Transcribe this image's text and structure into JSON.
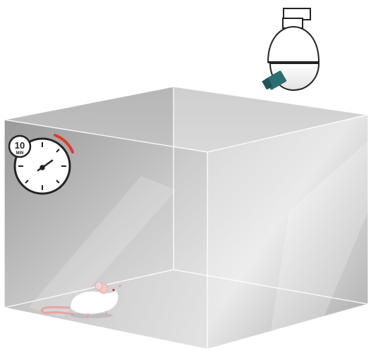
{
  "timer": {
    "minutes_value": "10",
    "minutes_unit": "MIN",
    "icon": "stopwatch-icon"
  },
  "camera": {
    "icon": "dome-camera-icon",
    "lens_color": "#2b6f73"
  },
  "arena": {
    "icon": "open-field-box",
    "wall_color": "#b8b8b8"
  },
  "subject": {
    "icon": "mouse-icon",
    "tail_color": "#e8a5a5"
  },
  "colors": {
    "timer_accent": "#e03a2a"
  }
}
